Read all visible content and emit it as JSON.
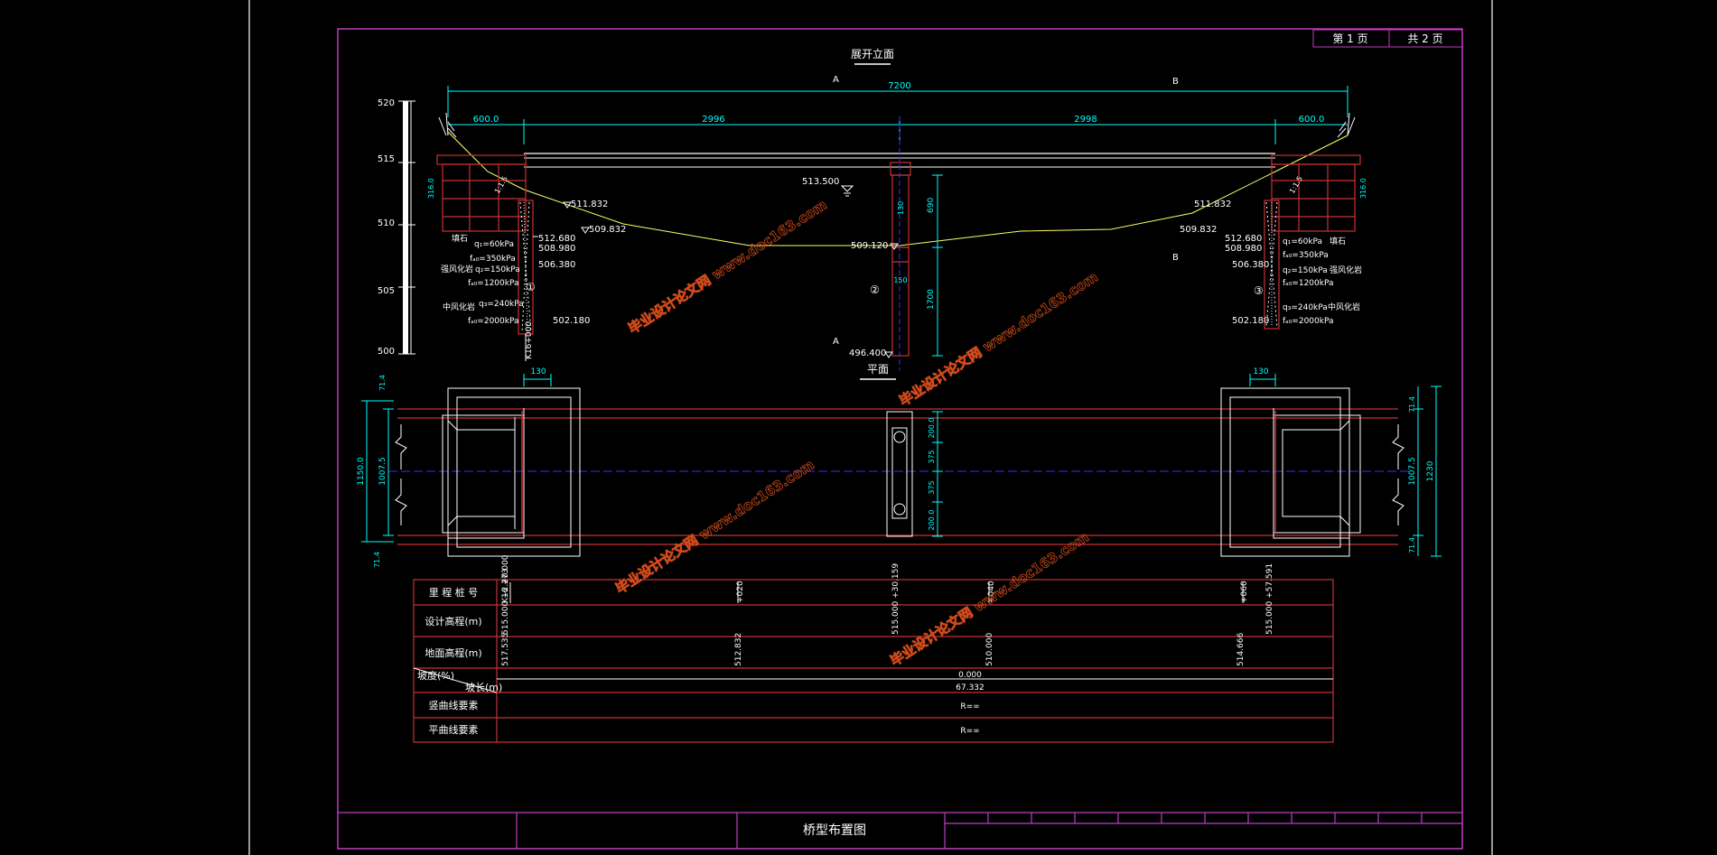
{
  "colors": {
    "background": "#000000",
    "frame_white": "#ffffff",
    "border_magenta": "#c03cc0",
    "cyan": "#00ffff",
    "red": "#c83232",
    "yellow": "#ffff66",
    "blue_dash": "#3232ff",
    "watermark": "#d04a1a"
  },
  "page_box": {
    "sheet_label": "第 1 页",
    "total_label": "共 2 页"
  },
  "titles": {
    "elevation": "展开立面",
    "plan": "平面",
    "drawing_title": "桥型布置图",
    "section_a": "A",
    "section_b": "B"
  },
  "dimensions": {
    "total": "7200",
    "left_abut": "600.0",
    "span1": "2996",
    "span2": "2998",
    "right_abut": "600.0",
    "pier_top": "130",
    "pier_h": "690",
    "pile_h": "1700",
    "pile_w": "150",
    "abut_h_left": "316.0",
    "abut_h_right": "316.0",
    "slope_left": "1:1.5",
    "slope_right": "1:1.5",
    "plan_w_left": "130",
    "plan_w_right": "130",
    "plan_total_left": "1150.0",
    "plan_inner_left": "1007.5",
    "plan_edge_left_top": "71.4",
    "plan_edge_left_bot": "71.4",
    "plan_total_right": "1230",
    "plan_inner_right": "1007.5",
    "plan_edge_right_top": "71.4",
    "plan_edge_right_bot": "71.4",
    "pier_plan_a": "200.0",
    "pier_plan_b": "375",
    "pier_plan_c": "375",
    "pier_plan_d": "200.0"
  },
  "elevations": {
    "water": "513.500",
    "left_top": "511.832",
    "left_b": "509.832",
    "left_c": "512.680",
    "left_d": "508.980",
    "left_e": "506.380",
    "left_f": "502.180",
    "pier_bottom": "509.120",
    "pier_pile_end": "496.400",
    "right_top": "511.832",
    "right_b": "509.832",
    "right_c": "512.680",
    "right_d": "508.980",
    "right_e": "506.380",
    "right_f": "502.180",
    "station": "K16+000"
  },
  "scale": {
    "ticks": [
      "520",
      "515",
      "510",
      "505",
      "500"
    ]
  },
  "soil_left": {
    "l1": "填石",
    "l2": "q₁=60kPa",
    "l3": "fₐ₀=350kPa",
    "l4": "强风化岩",
    "l5": "q₂=150kPa",
    "l6": "fₐ₀=1200kPa",
    "l7": "中风化岩",
    "l8": "q₃=240kPa",
    "l9": "fₐ₀=2000kPa"
  },
  "soil_right": {
    "r1": "q₁=60kPa",
    "r1b": "填石",
    "r2": "fₐ₀=350kPa",
    "r3": "q₂=150kPa",
    "r3b": "强风化岩",
    "r4": "fₐ₀=1200kPa",
    "r5": "q₃=240kPa",
    "r5b": "中风化岩",
    "r6": "fₐ₀=2000kPa"
  },
  "markers": {
    "m1": "①",
    "m2": "②",
    "m3": "③"
  },
  "table": {
    "row_labels": [
      "里 程 桩 号",
      "设计高程(m)",
      "地面高程(m)",
      "坡度(%)",
      "坡长(m)",
      "竖曲线要素",
      "平曲线要素"
    ],
    "stations": [
      "K16 +0.000",
      "+020",
      "+040",
      "+060"
    ],
    "design": [
      "515.000 +2.273",
      "515.000 +30.159",
      "515.000 +57.591"
    ],
    "ground": [
      "517.535",
      "512.832",
      "510.000",
      "514.666"
    ],
    "slope": "0.000",
    "length": "67.332",
    "vertical": "R=∞",
    "horizontal": "R=∞"
  },
  "watermarks": [
    "毕业设计论文网  www.doc163.com",
    "毕业设计论文网  www.doc163.com",
    "毕业设计论文网  www.doc163.com",
    "毕业设计论文网  www.doc163.com"
  ]
}
